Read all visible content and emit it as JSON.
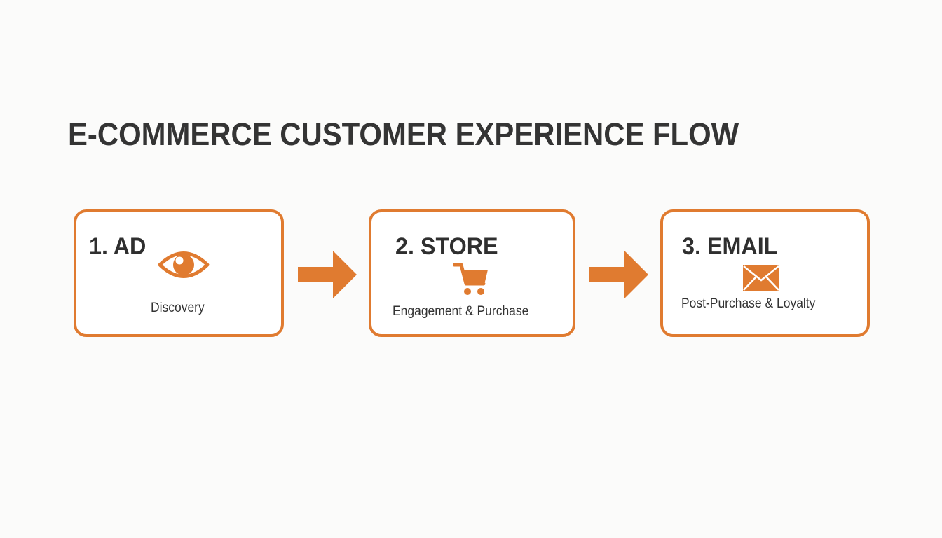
{
  "title": "E-COMMERCE CUSTOMER EXPERIENCE FLOW",
  "accent_color": "#e07b30",
  "steps": [
    {
      "label": "1. AD",
      "description": "Discovery",
      "icon": "eye-icon"
    },
    {
      "label": "2. STORE",
      "description": "Engagement & Purchase",
      "icon": "shopping-cart-icon"
    },
    {
      "label": "3. EMAIL",
      "description": "Post-Purchase & Loyalty",
      "icon": "envelope-icon"
    }
  ],
  "connectors": [
    {
      "from": "1. AD",
      "to": "2. STORE",
      "icon": "arrow-right-icon"
    },
    {
      "from": "2. STORE",
      "to": "3. EMAIL",
      "icon": "arrow-right-icon"
    }
  ]
}
